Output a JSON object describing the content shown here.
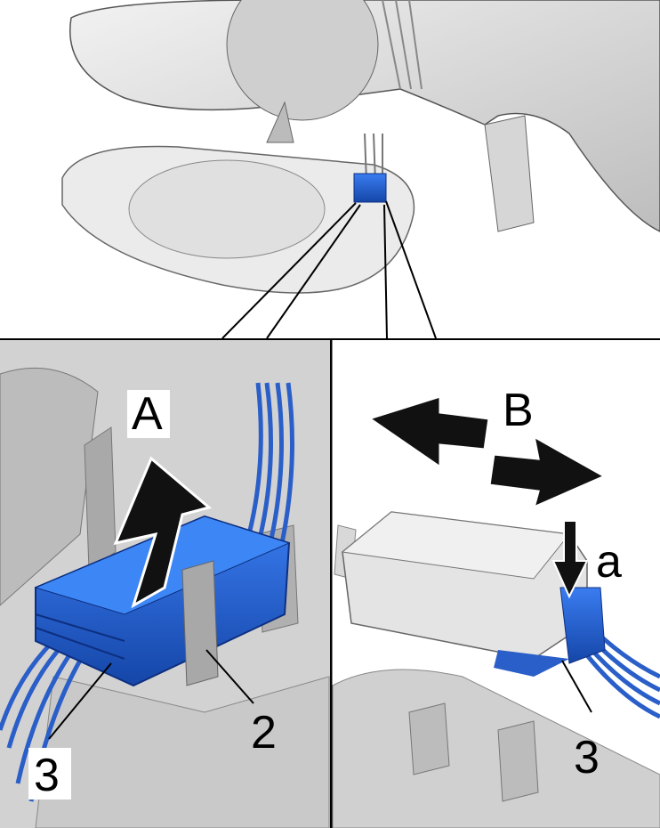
{
  "labels": {
    "direction_a": "A",
    "direction_b": "B",
    "detail_a": "a",
    "item_2": "2",
    "item_3_left": "3",
    "item_3_right": "3"
  },
  "colors": {
    "connector_blue": "#1f5fd6",
    "wire_blue": "#2a5ec8",
    "part_grey": "#c8c8c8",
    "arrow_black": "#111111"
  }
}
